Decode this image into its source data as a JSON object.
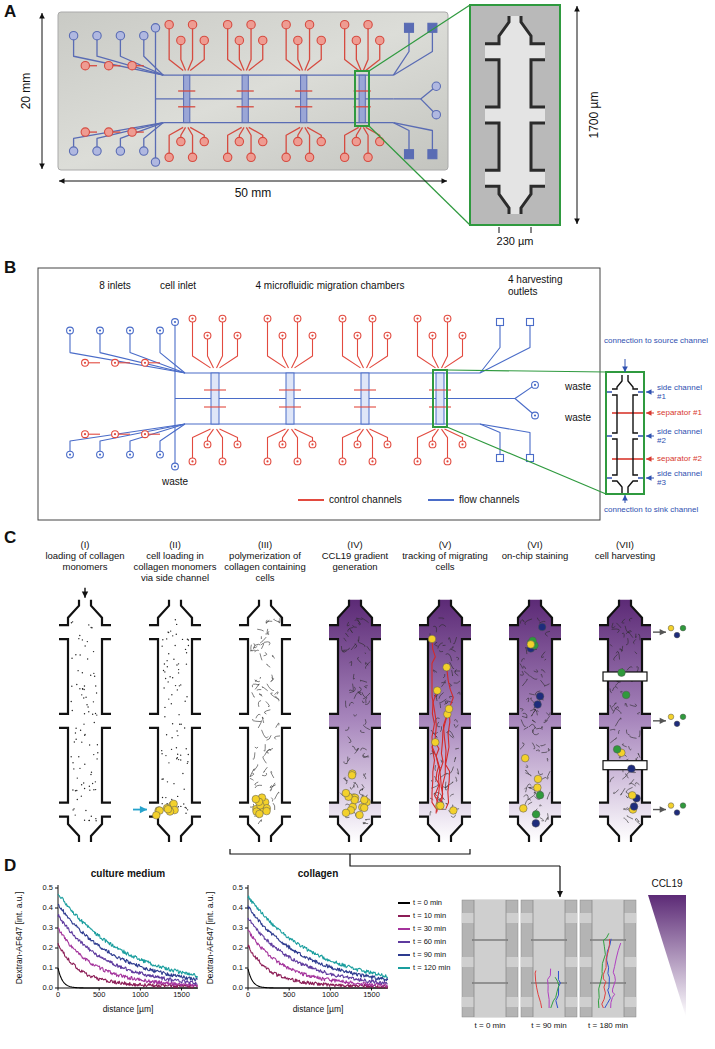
{
  "diagram": {
    "nodes": [
      {
        "text": [
          "(I)",
          "loading of collagen monomers"
        ]
      },
      {
        "text": [
          "(II)",
          "cell loading in collagen monomers via side channel"
        ]
      },
      {
        "text": [
          "(III)",
          "polymerization of collagen containing cells"
        ]
      },
      {
        "text": [
          "(IV)",
          "CCL19 gradient generation"
        ]
      },
      {
        "text": [
          "(V)",
          "tracking of migrating cells"
        ]
      },
      {
        "text": [
          "(VI)",
          "on-chip staining"
        ]
      },
      {
        "text": [
          "(VII)",
          "cell harvesting"
        ]
      }
    ],
    "labels": [
      "A",
      "20 mm",
      "50 mm",
      "1700 µm",
      "230 µm",
      "B",
      "8 inlets",
      "cell inlet",
      "4 microfluidic migration chambers",
      "4 harvesting outlets",
      "waste",
      "waste",
      "waste",
      "connection to source channel",
      "side channel #1",
      "separator #1",
      "side channel #2",
      "separator #2",
      "side channel #3",
      "connection to sink channel",
      "C",
      "D",
      "culture medium",
      "collagen",
      "Dextran-AF647 [int. a.u.]",
      "Dextran-AF647 [int. a.u.]",
      "distance [µm]",
      "distance [µm]",
      "0.0",
      "0.1",
      "0.2",
      "0.3",
      "0.4",
      "0.5",
      "0",
      "500",
      "1000",
      "1500",
      "0.0",
      "0.1",
      "0.2",
      "0.3",
      "0.4",
      "0.5",
      "0",
      "500",
      "1000",
      "1500",
      "CCL19",
      "t = 0 min",
      "t = 90 min",
      "t = 180 min"
    ],
    "legend": [
      {
        "text": "control channels",
        "color": "#e24a3f"
      },
      {
        "text": "flow channels",
        "color": "#4a6cc8"
      },
      {
        "text": "t = 0 min",
        "color": "#000000"
      },
      {
        "text": "t = 10 min",
        "color": "#8c1d56"
      },
      {
        "text": "t = 30 min",
        "color": "#a4339c"
      },
      {
        "text": "t = 60 min",
        "color": "#5e3a9e"
      },
      {
        "text": "t = 90 min",
        "color": "#2d3b8f"
      },
      {
        "text": "t = 120 min",
        "color": "#1a9e9e"
      }
    ]
  }
}
